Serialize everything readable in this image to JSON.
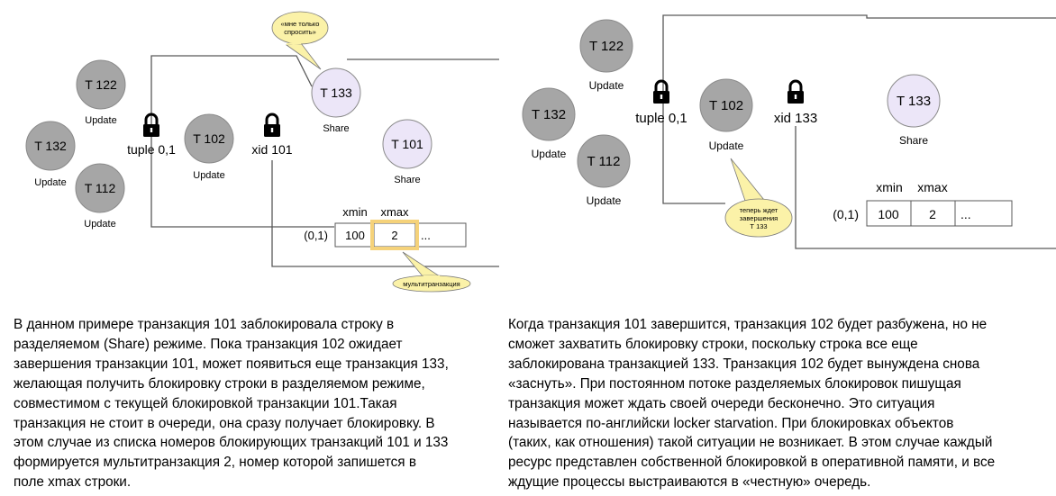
{
  "left_panel": {
    "transactions": {
      "t122": {
        "name": "T 122",
        "mode": "Update"
      },
      "t132": {
        "name": "T 132",
        "mode": "Update"
      },
      "t112": {
        "name": "T 112",
        "mode": "Update"
      },
      "t102": {
        "name": "T 102",
        "mode": "Update"
      },
      "t133": {
        "name": "T 133",
        "mode": "Share"
      },
      "t101": {
        "name": "T 101",
        "mode": "Share"
      }
    },
    "locks": {
      "tuple": "tuple 0,1",
      "xid": "xid 101"
    },
    "callout_t133": [
      "«мне только",
      "спросить»"
    ],
    "callout_multi": "мультитранзакция",
    "tuple_row": {
      "label": "(0,1)",
      "headers": [
        "xmin",
        "xmax"
      ],
      "cells": [
        "100",
        "2",
        "..."
      ]
    }
  },
  "right_panel": {
    "transactions": {
      "t122": {
        "name": "T 122",
        "mode": "Update"
      },
      "t132": {
        "name": "T 132",
        "mode": "Update"
      },
      "t112": {
        "name": "T 112",
        "mode": "Update"
      },
      "t102": {
        "name": "T 102",
        "mode": "Update"
      },
      "t133": {
        "name": "T 133",
        "mode": "Share"
      }
    },
    "locks": {
      "tuple": "tuple 0,1",
      "xid": "xid 133"
    },
    "callout_t102": [
      "теперь ждет",
      "завершения",
      "Т 133"
    ],
    "tuple_row": {
      "label": "(0,1)",
      "headers": [
        "xmin",
        "xmax"
      ],
      "cells": [
        "100",
        "2",
        "..."
      ]
    }
  },
  "text": {
    "left": "В данном примере транзакция 101 заблокировала строку в\nразделяемом (Share) режиме. Пока транзакция 102 ожидает\nзавершения транзакции 101, может появиться еще транзакция 133,\nжелающая получить блокировку строки в разделяемом режиме,\nсовместимом с текущей блокировкой транзакции 101.Такая\nтранзакция не стоит в очереди, она сразу получает блокировку. В\nэтом случае из списка номеров блокирующих транзакций 101 и 133\nформируется мультитранзакция 2, номер которой запишется в\nполе xmax строки.",
    "right": "Когда транзакция 101 завершится, транзакция 102 будет разбужена, но не\nсможет захватить блокировку строки, поскольку строка все еще\nзаблокирована транзакцией 133. Транзакция 102 будет вынуждена снова\n«заснуть».  При постоянном потоке разделяемых блокировок пишущая\nтранзакция может ждать своей очереди бесконечно. Это ситуация\nназывается по-английски locker starvation. При блокировках объектов\n(таких, как отношения) такой ситуации не возникает. В этом случае каждый\nресурс представлен собственной блокировкой в оперативной памяти, и все\nждущие процессы выстраиваются в «честную» очередь."
  },
  "colors": {
    "node_gray": "#a6a6a6",
    "node_lavender": "#ece6f8",
    "callout_yellow": "#fbf2a8",
    "highlight_orange": "#f5d27a",
    "line_gray": "#595959"
  }
}
